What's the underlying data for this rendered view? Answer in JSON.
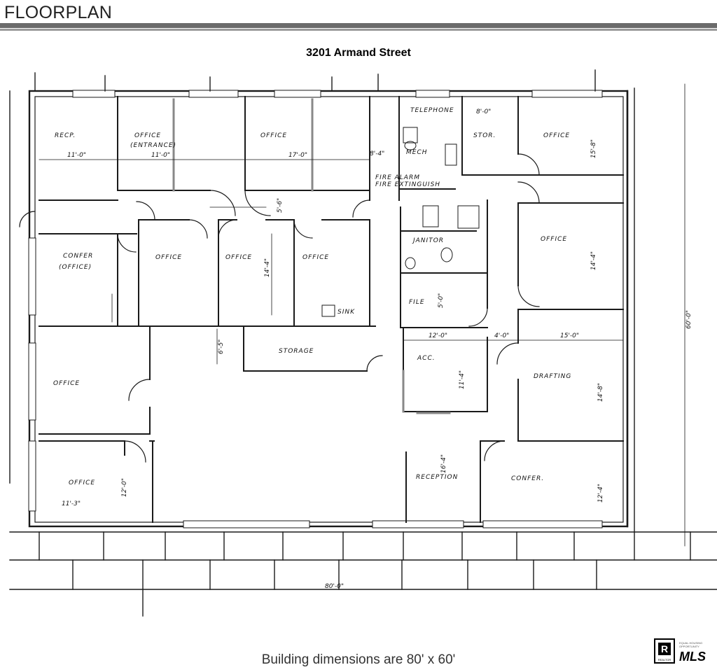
{
  "header": {
    "title": "FLOORPLAN"
  },
  "plan": {
    "address": "3201 Armand Street",
    "rooms": {
      "recp": "RECP.",
      "office_entrance": "OFFICE",
      "office_entrance_sub": "(ENTRANCE)",
      "office_top_mid": "OFFICE",
      "office_top_right": "OFFICE",
      "stor": "STOR.",
      "confer_left": "CONFER",
      "confer_left_sub": "(OFFICE)",
      "office_row2_a": "OFFICE",
      "office_row2_b": "OFFICE",
      "office_row2_c": "OFFICE",
      "office_right_mid": "OFFICE",
      "office_left_mid": "OFFICE",
      "storage": "STORAGE",
      "file": "FILE",
      "acc": "ACC.",
      "drafting": "DRAFTING",
      "office_left_bottom": "OFFICE",
      "reception": "RECEPTION",
      "confer_right": "CONFER.",
      "telephone": "TELEPHONE",
      "mech": "MECH",
      "fire_alarm": "FIRE ALARM",
      "fire_ext": "FIRE EXTINGUISH",
      "janitor": "JANITOR",
      "sink": "SINK"
    },
    "dimensions": {
      "recp_w": "11'-0\"",
      "office_entrance_w": "11'-0\"",
      "office_top_mid_w": "17'-0\"",
      "office_top_right_w": "15'-8\"",
      "stor_w": "8'-0\"",
      "mech_w": "8'-4\"",
      "hall_w": "5'-6\"",
      "office_row2_h": "14'-4\"",
      "office_right_mid_h": "14'-4\"",
      "file_w": "5'-0\"",
      "acc_w": "12'-0\"",
      "acc_h": "11'-4\"",
      "hall2_w": "4'-0\"",
      "drafting_w": "15'-0\"",
      "drafting_h": "14'-8\"",
      "storage_gap": "6'-5\"",
      "reception_h": "16'-4\"",
      "confer_right_h": "12'-4\"",
      "office_left_bottom_w": "11'-3\"",
      "office_left_bottom_h": "12'-0\"",
      "building_depth": "60'-0\"",
      "building_width": "80'-0\""
    }
  },
  "footer": {
    "note": "Building dimensions are 80' x 60'"
  },
  "logo": {
    "symbol": "R",
    "realtor_text": "REALTOR",
    "equal_housing_text": "EQUAL HOUSING OPPORTUNITY",
    "mls_text": "MLS"
  }
}
